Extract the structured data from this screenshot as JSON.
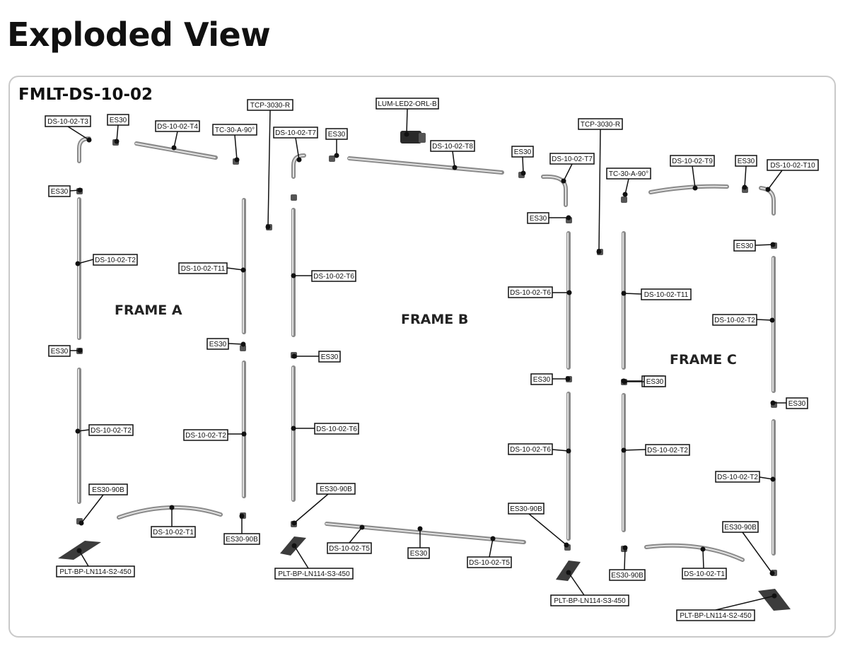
{
  "title": "Exploded View",
  "model": "FMLT-DS-10-02",
  "frames": [
    "FRAME A",
    "FRAME B",
    "FRAME C"
  ],
  "labels": [
    "DS-10-02-T3",
    "ES30",
    "DS-10-02-T4",
    "TC-30-A-90°",
    "TCP-3030-R",
    "ES30",
    "DS-10-02-T2",
    "DS-10-02-T11",
    "ES30",
    "ES30",
    "DS-10-02-T2",
    "DS-10-02-T2",
    "ES30-90B",
    "DS-10-02-T1",
    "ES30-90B",
    "PLT-BP-LN114-S2-450",
    "LUM-LED2-ORL-B",
    "DS-10-02-T7",
    "ES30",
    "DS-10-02-T8",
    "ES30",
    "DS-10-02-T6",
    "ES30",
    "DS-10-02-T6",
    "ES30-90B",
    "DS-10-02-T5",
    "ES30",
    "DS-10-02-T5",
    "PLT-BP-LN114-S3-450",
    "ES30",
    "DS-10-02-T7",
    "TCP-3030-R",
    "ES30",
    "DS-10-02-T6",
    "ES30",
    "DS-10-02-T6",
    "ES30-90B",
    "PLT-BP-LN114-S3-450",
    "TC-30-A-90°",
    "DS-10-02-T9",
    "ES30",
    "DS-10-02-T10",
    "ES30",
    "DS-10-02-T11",
    "DS-10-02-T2",
    "ES30",
    "ES30",
    "DS-10-02-T2",
    "DS-10-02-T2",
    "ES30-90B",
    "ES30-90B",
    "DS-10-02-T1",
    "PLT-BP-LN114-S2-450"
  ]
}
